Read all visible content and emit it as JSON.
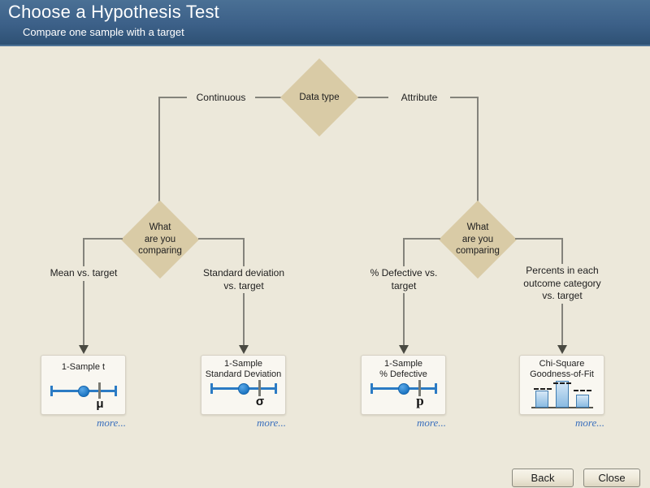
{
  "header": {
    "title": "Choose a Hypothesis Test",
    "subtitle": "Compare one sample with a target"
  },
  "flowchart": {
    "root": {
      "label": "Data type"
    },
    "branch_labels": {
      "left": "Continuous",
      "right": "Attribute"
    },
    "decisions": {
      "continuous": {
        "label": "What\nare you\ncomparing"
      },
      "attribute": {
        "label": "What\nare you\ncomparing"
      }
    },
    "leaves": [
      {
        "branch_label": "Mean vs. target",
        "test_name": "1-Sample t",
        "symbol": "μ",
        "icon": "confidence-interval-icon",
        "more_label": "more..."
      },
      {
        "branch_label": "Standard deviation\nvs. target",
        "test_name": "1-Sample\nStandard Deviation",
        "symbol": "σ",
        "icon": "confidence-interval-icon",
        "more_label": "more..."
      },
      {
        "branch_label": "% Defective vs.\ntarget",
        "test_name": "1-Sample\n% Defective",
        "symbol": "p",
        "icon": "confidence-interval-icon",
        "more_label": "more..."
      },
      {
        "branch_label": "Percents in each\noutcome category\nvs. target",
        "test_name": "Chi-Square\nGoodness-of-Fit",
        "icon": "bar-chart-icon",
        "more_label": "more..."
      }
    ]
  },
  "footer": {
    "back_label": "Back",
    "close_label": "Close"
  },
  "colors": {
    "header_top": "#4a7095",
    "header_bottom": "#2e5174",
    "body_bg": "#ece8da",
    "diamond_fill": "#d9cba6",
    "connector_line": "#84837b",
    "accent_blue": "#2b7bc4",
    "link_blue": "#3a6fbd",
    "card_bg": "#f9f7f1"
  }
}
